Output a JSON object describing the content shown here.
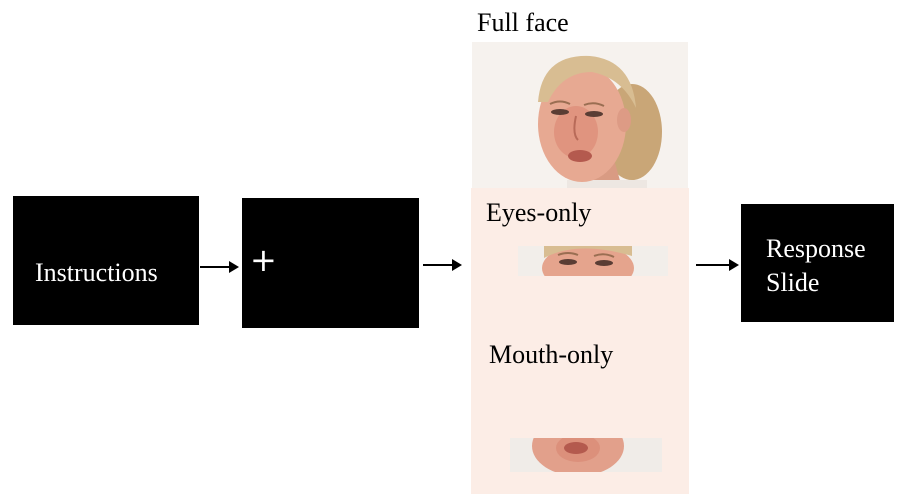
{
  "diagram": {
    "instructions_label": "Instructions",
    "fixation_symbol": "+",
    "stimuli": {
      "full_face_label": "Full face",
      "eyes_only_label": "Eyes-only",
      "mouth_only_label": "Mouth-only"
    },
    "response_label_line1": "Response",
    "response_label_line2": "Slide"
  },
  "colors": {
    "box_fill": "#000000",
    "box_text": "#ffffff",
    "panel_background": "#fcede6"
  }
}
